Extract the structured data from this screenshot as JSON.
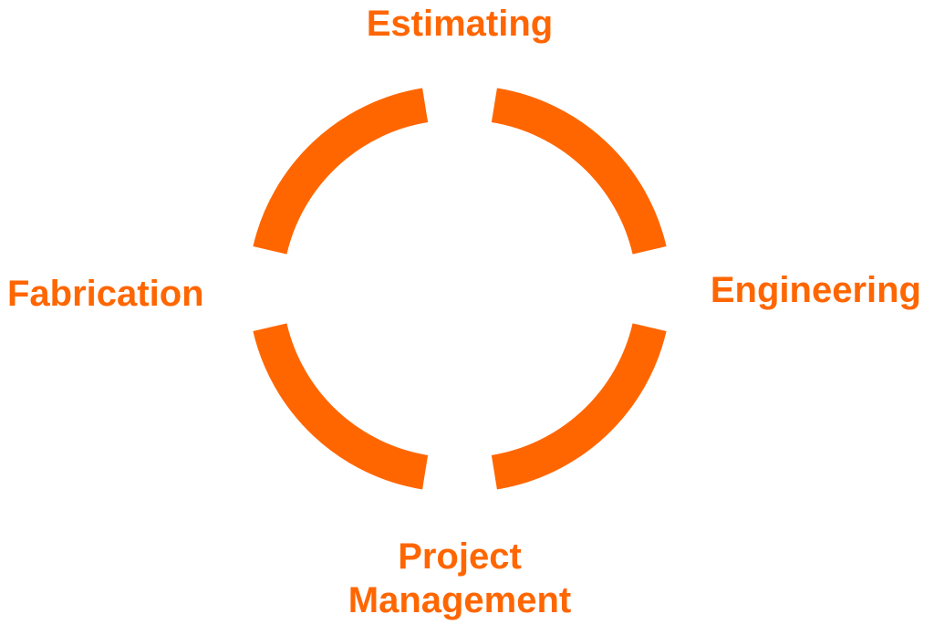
{
  "diagram": {
    "type": "cycle",
    "accent_color": "#FF6600",
    "stages": {
      "top": "Estimating",
      "right": "Engineering",
      "bottom_line1": "Project",
      "bottom_line2": "Management",
      "left": "Fabrication"
    },
    "segment_count": 4
  }
}
